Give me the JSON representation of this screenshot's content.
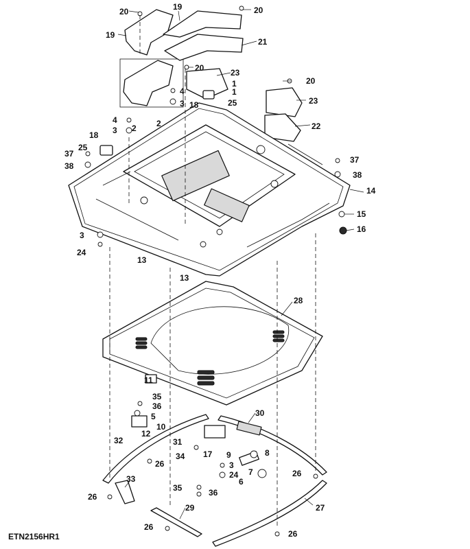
{
  "figure_id": "ETN2156HR1",
  "callouts": [
    {
      "n": "20"
    },
    {
      "n": "19"
    },
    {
      "n": "20"
    },
    {
      "n": "19"
    },
    {
      "n": "21"
    },
    {
      "n": "20"
    },
    {
      "n": "23"
    },
    {
      "n": "4"
    },
    {
      "n": "1"
    },
    {
      "n": "1"
    },
    {
      "n": "20"
    },
    {
      "n": "3"
    },
    {
      "n": "25"
    },
    {
      "n": "18"
    },
    {
      "n": "23"
    },
    {
      "n": "2"
    },
    {
      "n": "4"
    },
    {
      "n": "3"
    },
    {
      "n": "2"
    },
    {
      "n": "22"
    },
    {
      "n": "18"
    },
    {
      "n": "25"
    },
    {
      "n": "37"
    },
    {
      "n": "38"
    },
    {
      "n": "37"
    },
    {
      "n": "38"
    },
    {
      "n": "14"
    },
    {
      "n": "15"
    },
    {
      "n": "16"
    },
    {
      "n": "3"
    },
    {
      "n": "24"
    },
    {
      "n": "13"
    },
    {
      "n": "13"
    },
    {
      "n": "28"
    },
    {
      "n": "11"
    },
    {
      "n": "35"
    },
    {
      "n": "36"
    },
    {
      "n": "5"
    },
    {
      "n": "10"
    },
    {
      "n": "30"
    },
    {
      "n": "12"
    },
    {
      "n": "32"
    },
    {
      "n": "31"
    },
    {
      "n": "8"
    },
    {
      "n": "34"
    },
    {
      "n": "17"
    },
    {
      "n": "9"
    },
    {
      "n": "26"
    },
    {
      "n": "3"
    },
    {
      "n": "24"
    },
    {
      "n": "7"
    },
    {
      "n": "6"
    },
    {
      "n": "26"
    },
    {
      "n": "33"
    },
    {
      "n": "35"
    },
    {
      "n": "36"
    },
    {
      "n": "26"
    },
    {
      "n": "27"
    },
    {
      "n": "29"
    },
    {
      "n": "26"
    },
    {
      "n": "26"
    }
  ]
}
